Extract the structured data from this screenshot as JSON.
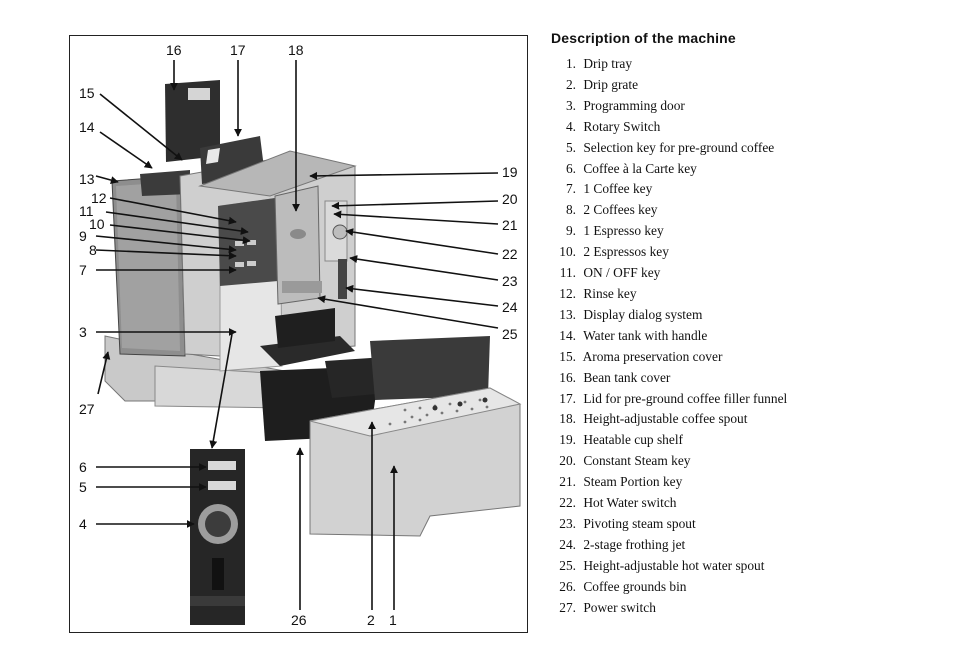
{
  "heading": "Description of the machine",
  "parts": [
    {
      "num": "1.",
      "label": "Drip tray"
    },
    {
      "num": "2.",
      "label": "Drip grate"
    },
    {
      "num": "3.",
      "label": "Programming door"
    },
    {
      "num": "4.",
      "label": "Rotary Switch"
    },
    {
      "num": "5.",
      "label": "Selection key for pre-ground coffee"
    },
    {
      "num": "6.",
      "label": "Coffee à la Carte key"
    },
    {
      "num": "7.",
      "label": "1 Coffee key"
    },
    {
      "num": "8.",
      "label": "2 Coffees key"
    },
    {
      "num": "9.",
      "label": "1 Espresso key"
    },
    {
      "num": "10.",
      "label": "2 Espressos key"
    },
    {
      "num": "11.",
      "label": "ON / OFF key"
    },
    {
      "num": "12.",
      "label": "Rinse key"
    },
    {
      "num": "13.",
      "label": "Display dialog system"
    },
    {
      "num": "14.",
      "label": "Water tank with handle"
    },
    {
      "num": "15.",
      "label": "Aroma preservation cover"
    },
    {
      "num": "16.",
      "label": "Bean tank cover"
    },
    {
      "num": "17.",
      "label": "Lid for pre-ground coffee filler funnel"
    },
    {
      "num": "18.",
      "label": "Height-adjustable coffee spout"
    },
    {
      "num": "19.",
      "label": "Heatable cup shelf"
    },
    {
      "num": "20.",
      "label": "Constant Steam key"
    },
    {
      "num": "21.",
      "label": "Steam Portion key"
    },
    {
      "num": "22.",
      "label": "Hot Water switch"
    },
    {
      "num": "23.",
      "label": "Pivoting steam spout"
    },
    {
      "num": "24.",
      "label": "2-stage frothing jet"
    },
    {
      "num": "25.",
      "label": "Height-adjustable hot water spout"
    },
    {
      "num": "26.",
      "label": "Coffee grounds bin"
    },
    {
      "num": "27.",
      "label": "Power switch"
    }
  ],
  "callouts": {
    "c1": "1",
    "c2": "2",
    "c3": "3",
    "c4": "4",
    "c5": "5",
    "c6": "6",
    "c7": "7",
    "c8": "8",
    "c9": "9",
    "c10": "10",
    "c11": "11",
    "c12": "12",
    "c13": "13",
    "c14": "14",
    "c15": "15",
    "c16": "16",
    "c17": "17",
    "c18": "18",
    "c19": "19",
    "c20": "20",
    "c21": "21",
    "c22": "22",
    "c23": "23",
    "c24": "24",
    "c25": "25",
    "c26": "26",
    "c27": "27"
  }
}
